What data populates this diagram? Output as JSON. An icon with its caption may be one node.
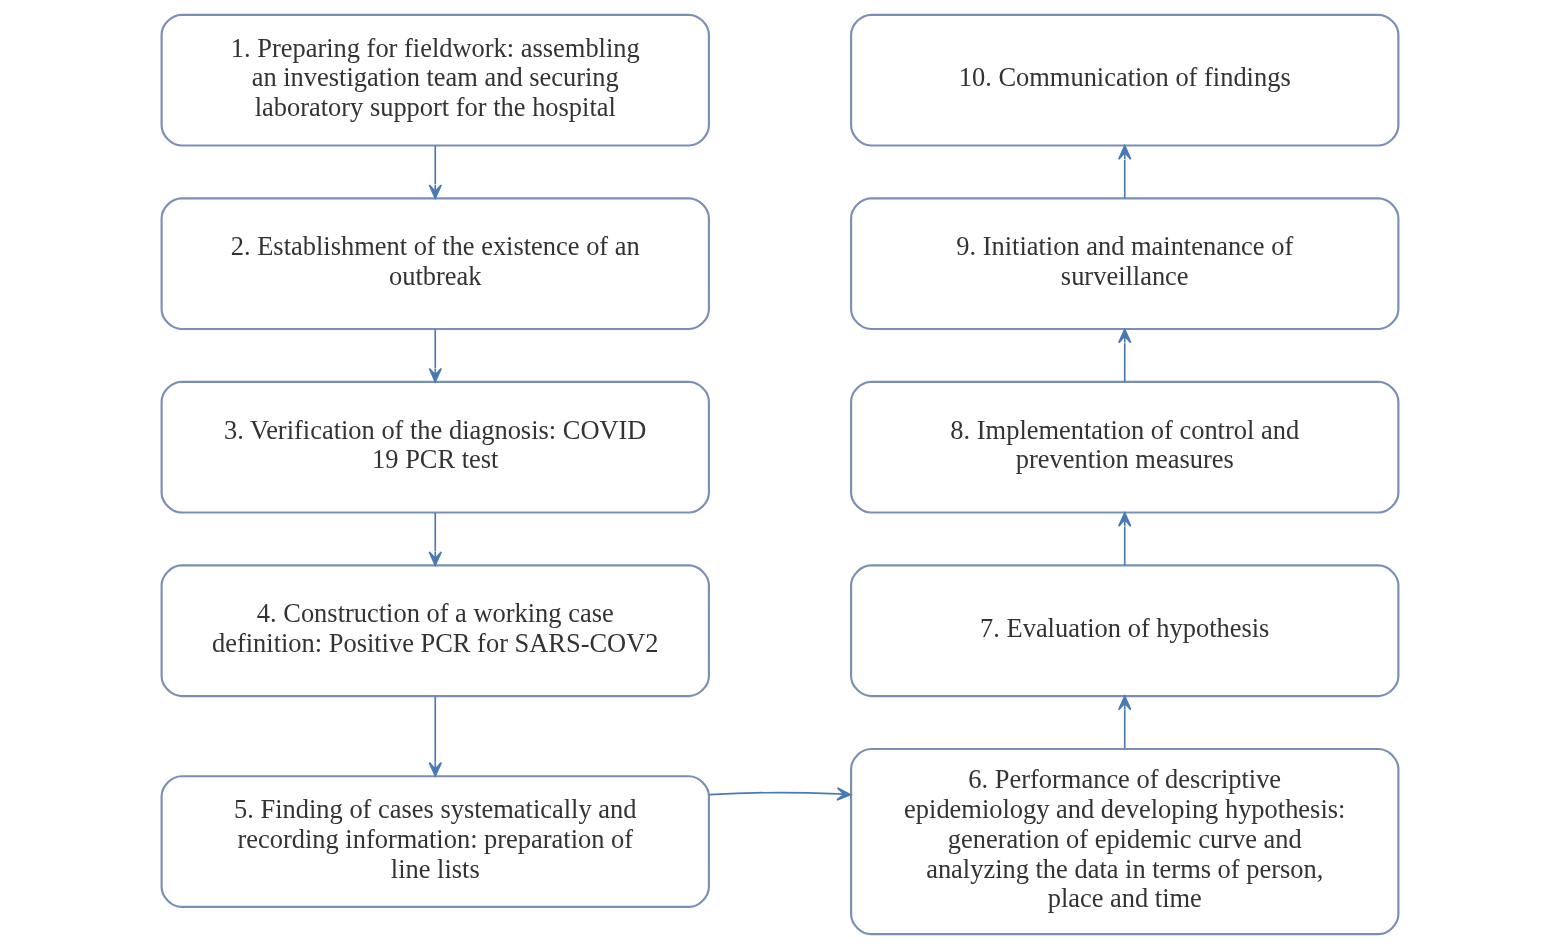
{
  "diagram": {
    "nodes": [
      {
        "text": [
          "1. Preparing for fieldwork: assembling an investigation team and securing laboratory support for the hospital"
        ]
      },
      {
        "text": [
          "2. Establishment of the existence of an outbreak"
        ]
      },
      {
        "text": [
          "3. Verification of the diagnosis: COVID 19 PCR test"
        ]
      },
      {
        "text": [
          "4. Construction of a working case definition: Positive PCR for SARS-COV2"
        ]
      },
      {
        "text": [
          "5. Finding of cases systematically and recording information: preparation of line lists"
        ]
      },
      {
        "text": [
          "6. Performance of descriptive epidemiology and developing hypothesis: generation of epidemic curve and analyzing the data in terms of person, place and time"
        ]
      },
      {
        "text": [
          "7. Evaluation of hypothesis"
        ]
      },
      {
        "text": [
          "8. Implementation of control and prevention measures"
        ]
      },
      {
        "text": [
          "9. Initiation and maintenance of surveillance"
        ]
      },
      {
        "text": [
          "10. Communication of findings"
        ]
      }
    ],
    "edges": [
      {
        "from": 0,
        "to": 1,
        "arrow": "to"
      },
      {
        "from": 1,
        "to": 2,
        "arrow": "to"
      },
      {
        "from": 2,
        "to": 3,
        "arrow": "to"
      },
      {
        "from": 3,
        "to": 4,
        "arrow": "to"
      },
      {
        "from": 4,
        "to": 5,
        "arrow": "to"
      },
      {
        "from": 5,
        "to": 6,
        "arrow": "to"
      },
      {
        "from": 6,
        "to": 7,
        "arrow": "to"
      },
      {
        "from": 7,
        "to": 8,
        "arrow": "to"
      },
      {
        "from": 8,
        "to": 9,
        "arrow": "to"
      }
    ]
  }
}
